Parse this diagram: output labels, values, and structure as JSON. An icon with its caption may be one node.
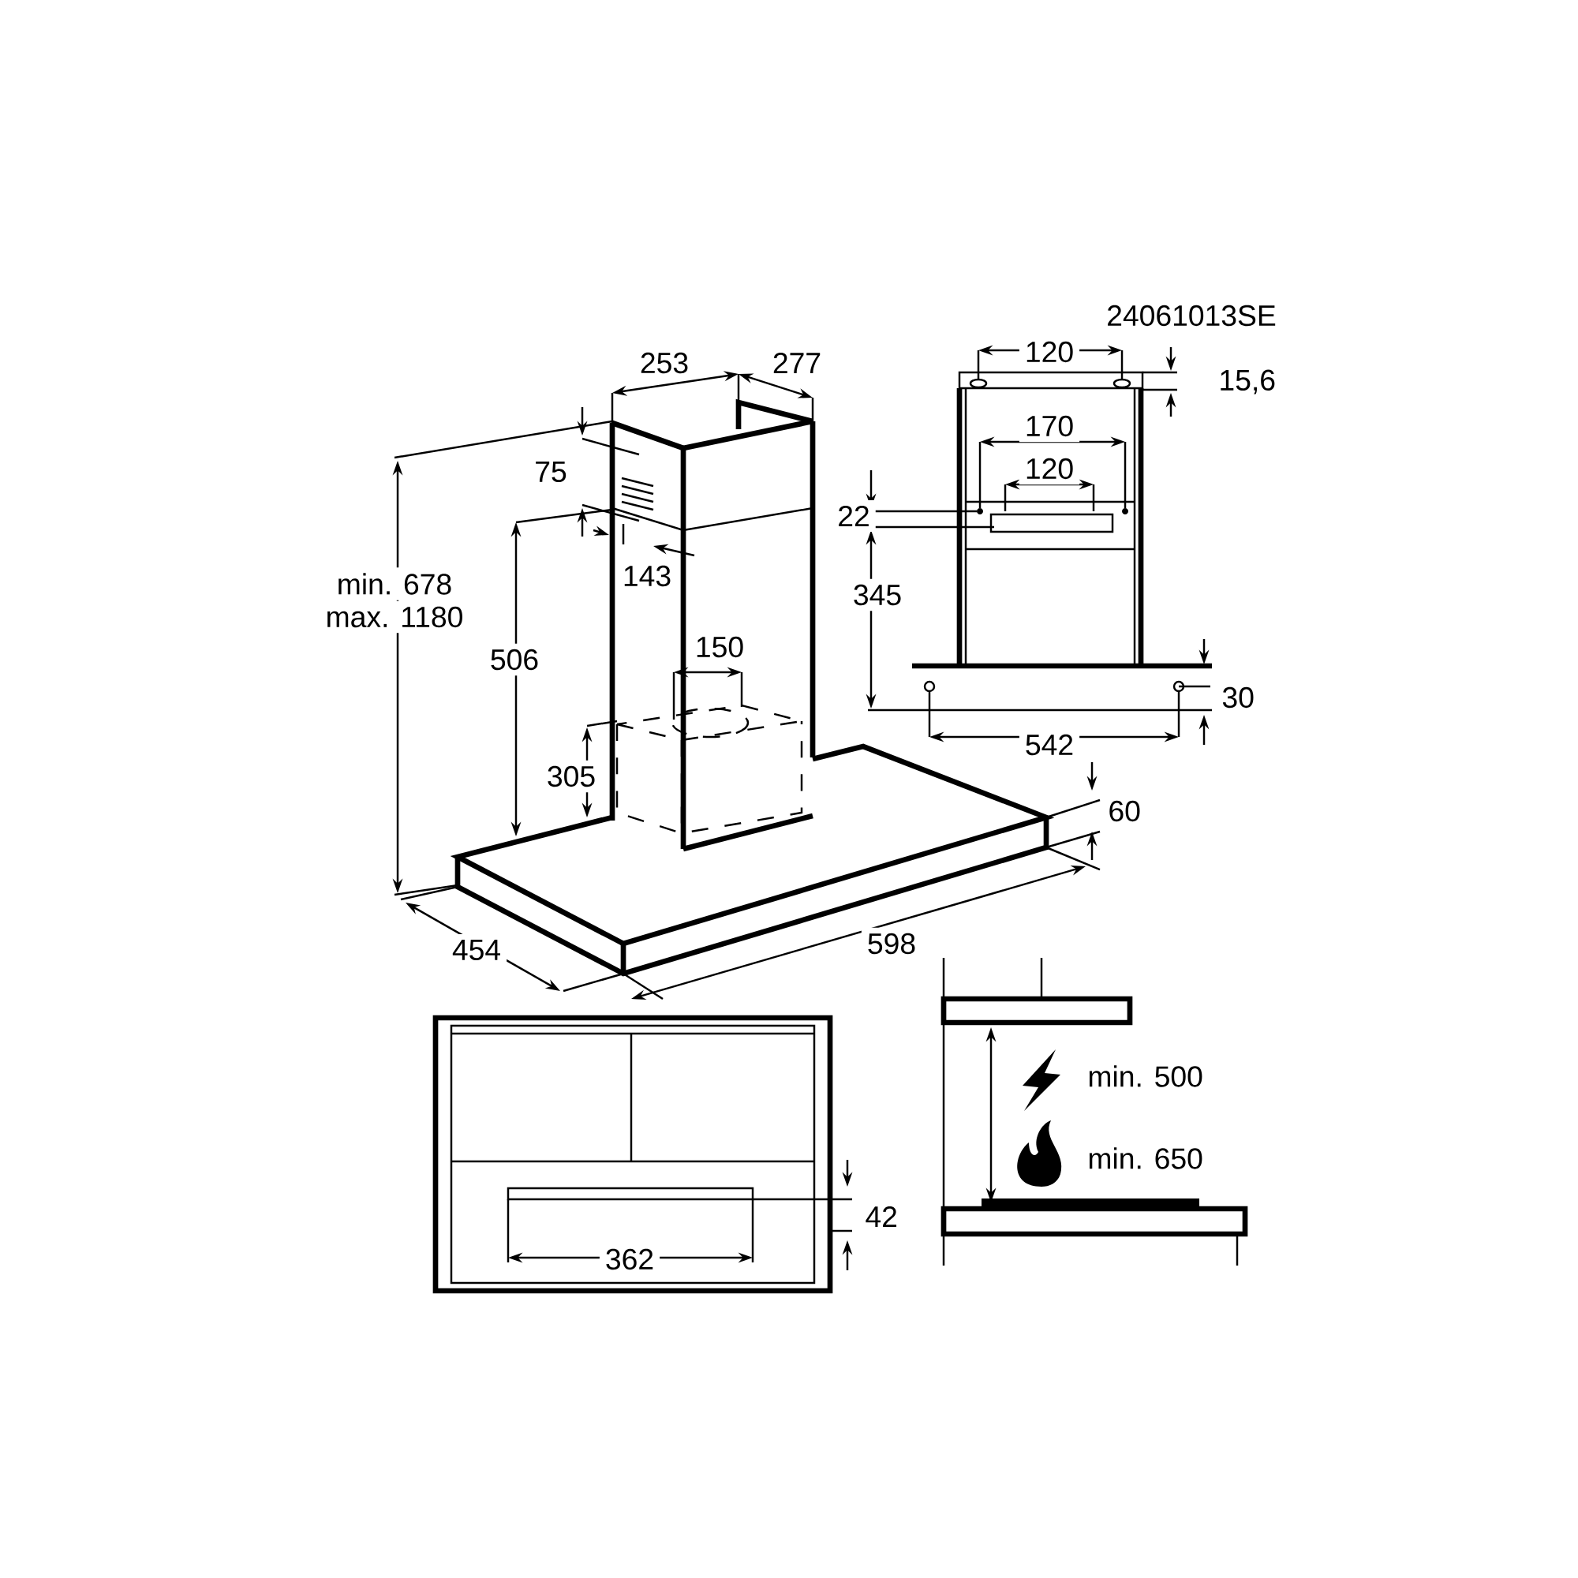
{
  "diagram": {
    "labels": [
      "24061013SE",
      "253",
      "277",
      "120",
      "15,6",
      "75",
      "170",
      "120",
      "22",
      "143",
      "min. 678",
      "max. 1180",
      "506",
      "345",
      "150",
      "30",
      "305",
      "542",
      "60",
      "454",
      "598",
      "min. 500",
      "min. 650",
      "42",
      "362"
    ]
  }
}
